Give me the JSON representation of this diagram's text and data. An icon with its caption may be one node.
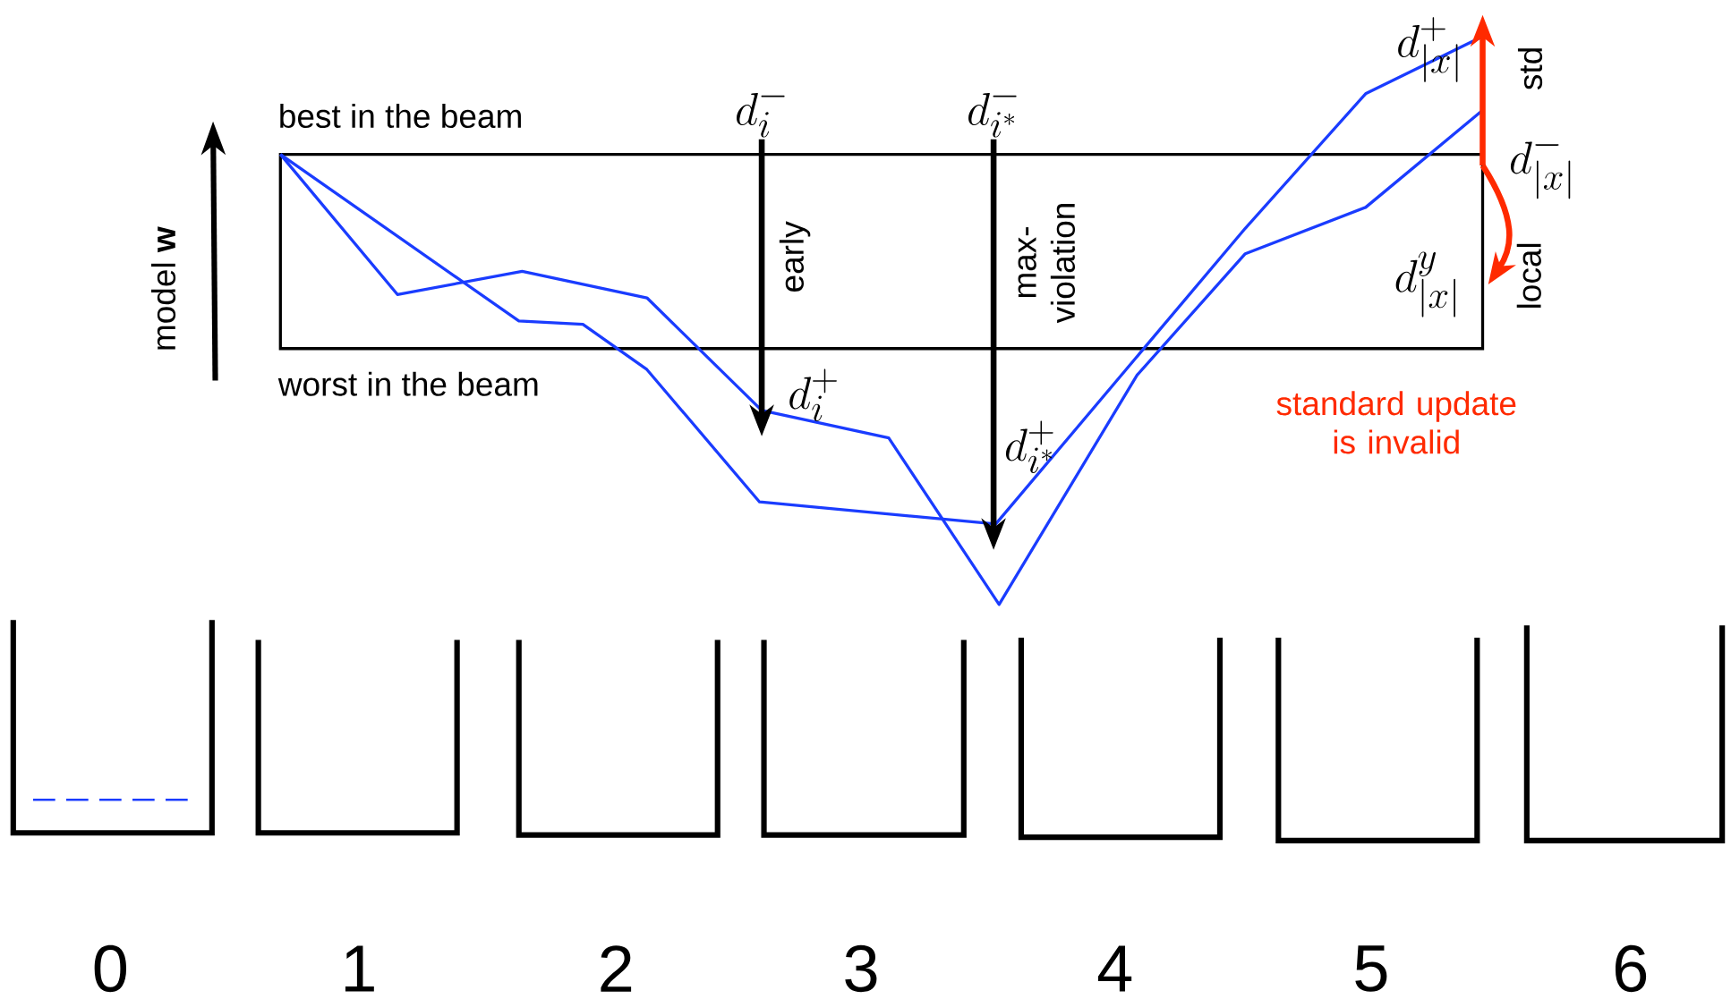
{
  "diagram": {
    "nodes": [
      {
        "text": [
          "d_{i}^{-}"
        ]
      },
      {
        "text": [
          "d_{i}^{+}"
        ]
      },
      {
        "text": [
          "d_{i^*}^{-}"
        ]
      },
      {
        "text": [
          "d_{i^*}^{+}"
        ]
      },
      {
        "text": [
          "d_{|x|}^{+}"
        ]
      },
      {
        "text": [
          "d_{|x|}^{-}"
        ]
      },
      {
        "text": [
          "d_{|x|}^{y}"
        ]
      }
    ],
    "edges": [
      {
        "from": 0,
        "to": 1,
        "arrow": "to",
        "label": "early"
      },
      {
        "from": 2,
        "to": 3,
        "arrow": "to",
        "label": "max- violation"
      },
      {
        "from": 5,
        "to": 4,
        "arrow": "to",
        "label": "std",
        "color": "#ff2a00"
      },
      {
        "from": 5,
        "to": 6,
        "arrow": "to",
        "label": "local",
        "color": "#ff2a00"
      }
    ],
    "labels": [
      "best in the beam",
      "model **w**",
      "worst in the beam",
      "standard update is invalid",
      "0",
      "1",
      "2",
      "3",
      "4",
      "5",
      "6"
    ]
  }
}
